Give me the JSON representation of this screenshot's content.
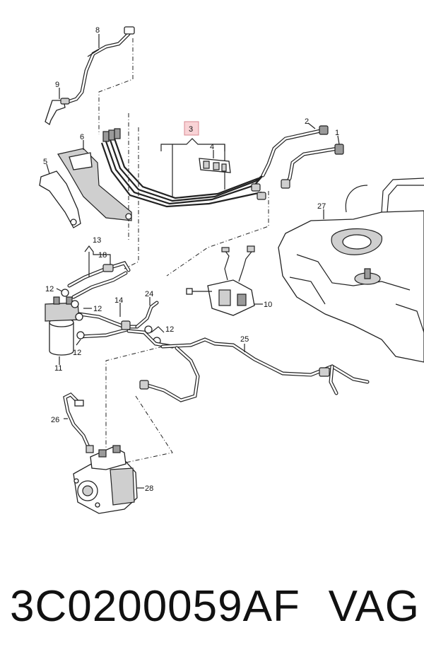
{
  "callouts": {
    "c1": "1",
    "c2": "2",
    "c3": "3",
    "c4": "4",
    "c5": "5",
    "c6": "6",
    "c8": "8",
    "c9": "9",
    "c10": "10",
    "c11": "11",
    "c12": "12",
    "c13": "13",
    "c14": "14",
    "c18": "18",
    "c24": "24",
    "c25": "25",
    "c26": "26",
    "c27": "27",
    "c28": "28"
  },
  "caption": {
    "part_number": "3C0200059AF",
    "brand": "VAG"
  },
  "colors": {
    "highlight_fill": "#f9d3d6",
    "highlight_stroke": "#d88a92"
  }
}
